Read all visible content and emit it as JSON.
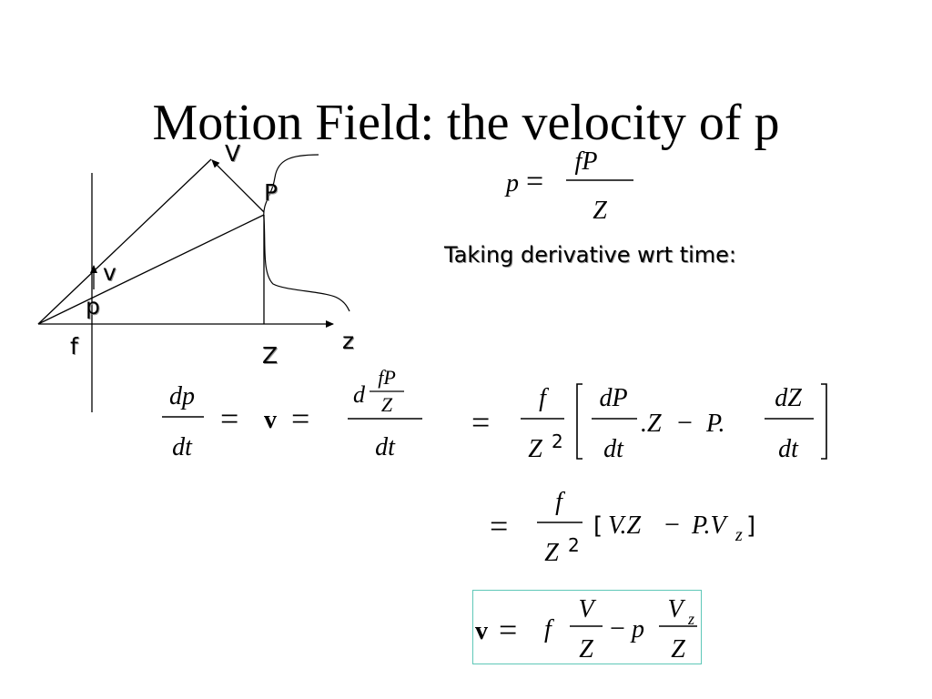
{
  "slide": {
    "title": "Motion Field: the velocity of p",
    "subtitle": "Taking derivative wrt time:"
  },
  "diagram": {
    "labels": {
      "V": "V",
      "P": "P",
      "v": "v",
      "p": "p",
      "f": "f",
      "Z": "Z",
      "z": "z"
    }
  },
  "equations": {
    "projection": "p = fP / Z",
    "derivative": "dp/dt = v = d(fP/Z)/dt",
    "expansion": "= f/Z^2 [ dP/dt . Z - P . dZ/dt ]",
    "simplified": "= f/Z^2 [V.Z - P.V_z]",
    "result": "v = f V/Z - p V_z/Z"
  },
  "colors": {
    "result_box_border": "#5fc7b8"
  }
}
